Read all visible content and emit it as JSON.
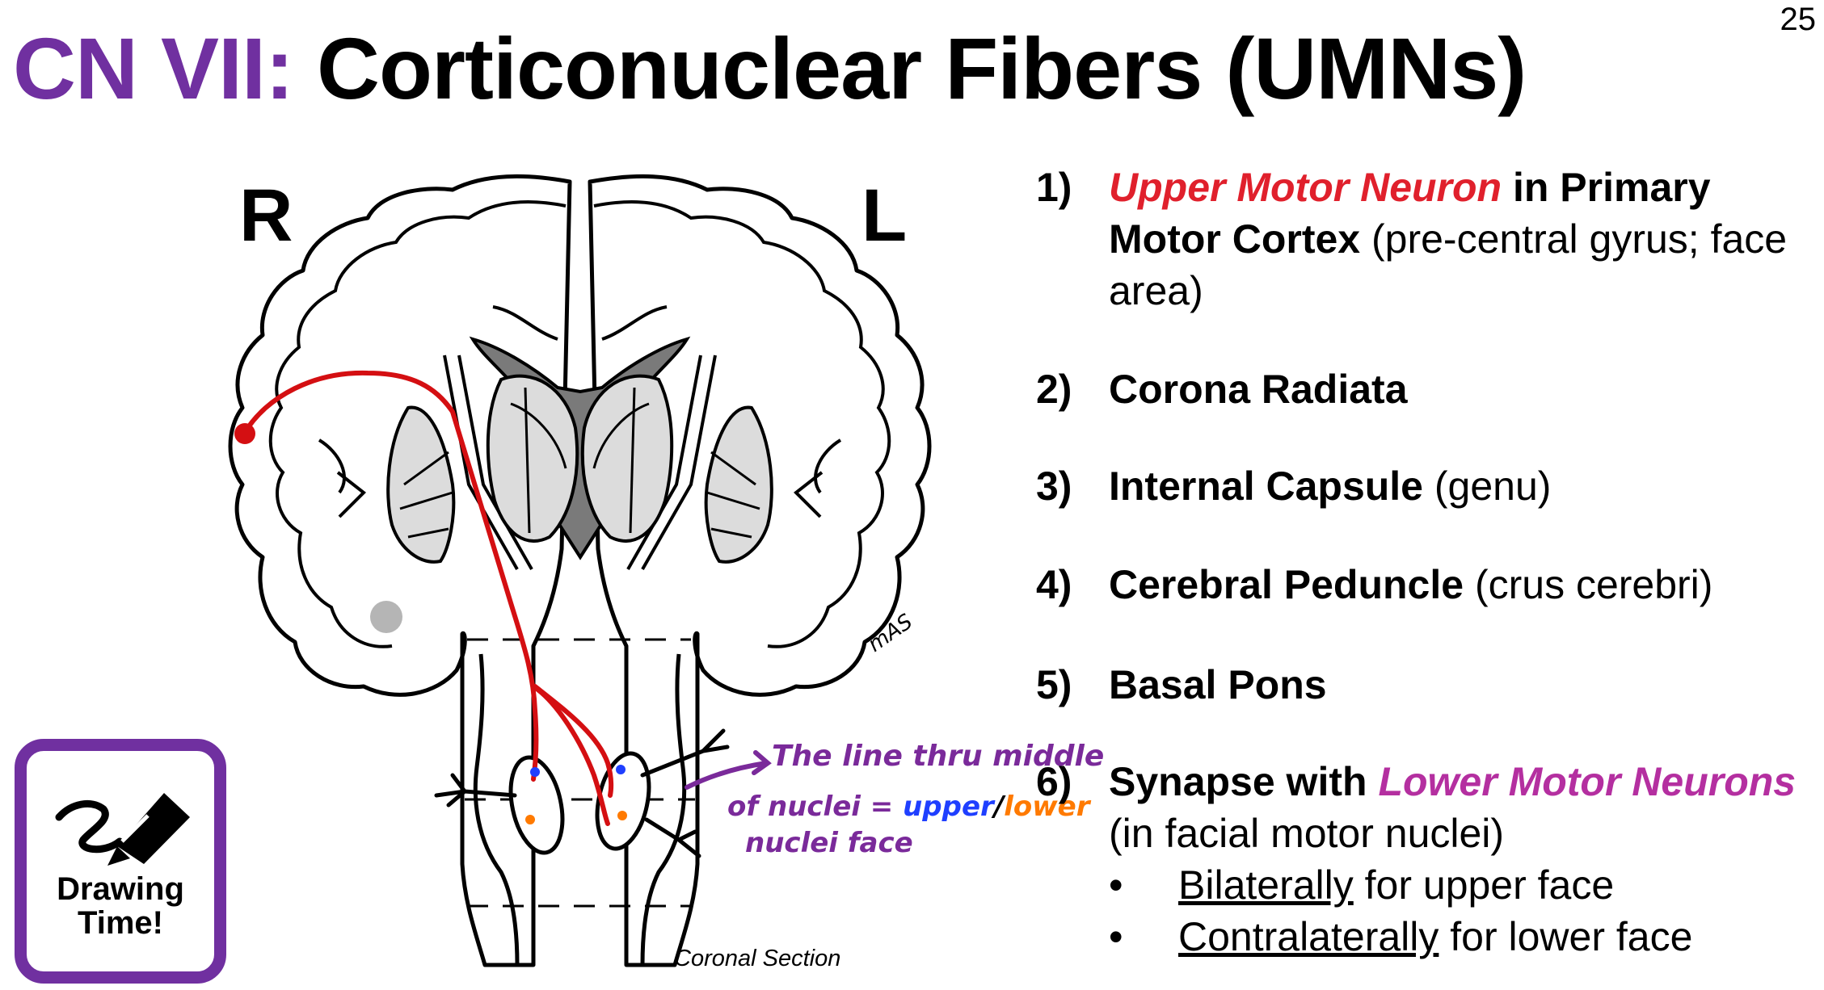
{
  "slide_number": "25",
  "title": {
    "prefix": "CN VII:",
    "main": "Corticonuclear Fibers (UMNs)"
  },
  "diagram": {
    "side_right": "R",
    "side_left": "L",
    "caption": "Coronal Section",
    "signature": "mAS",
    "annotation": {
      "line1": "The line thru middle",
      "line2_a": "of nuclei =",
      "upper": "upper",
      "slash": "/",
      "lower": "lower",
      "line3": "nuclei face"
    },
    "colors": {
      "pathway": "#d40f12",
      "upper_dot": "#1f3fff",
      "lower_dot": "#ff7a00",
      "annotation": "#7a2a9a"
    }
  },
  "drawing_badge": {
    "line1": "Drawing",
    "line2": "Time!"
  },
  "steps": [
    {
      "num": "1)",
      "highlight": "Upper Motor Neuron",
      "bold1": " in Primary",
      "bold2": "Motor Cortex",
      "rest": " (pre-central gyrus; face area)"
    },
    {
      "num": "2)",
      "bold": "Corona Radiata",
      "rest": ""
    },
    {
      "num": "3)",
      "bold": "Internal Capsule",
      "rest": " (genu)"
    },
    {
      "num": "4)",
      "bold": "Cerebral Peduncle",
      "rest": " (crus cerebri)"
    },
    {
      "num": "5)",
      "bold": "Basal Pons",
      "rest": ""
    },
    {
      "num": "6)",
      "bold": "Synapse with ",
      "highlight": "Lower Motor Neurons",
      "rest": " (in facial motor nuclei)"
    }
  ],
  "bullets": [
    {
      "marker": "•",
      "underlined": "Bilaterally",
      "rest": " for upper face"
    },
    {
      "marker": "•",
      "underlined": "Contralaterally",
      "rest": " for lower face"
    }
  ]
}
